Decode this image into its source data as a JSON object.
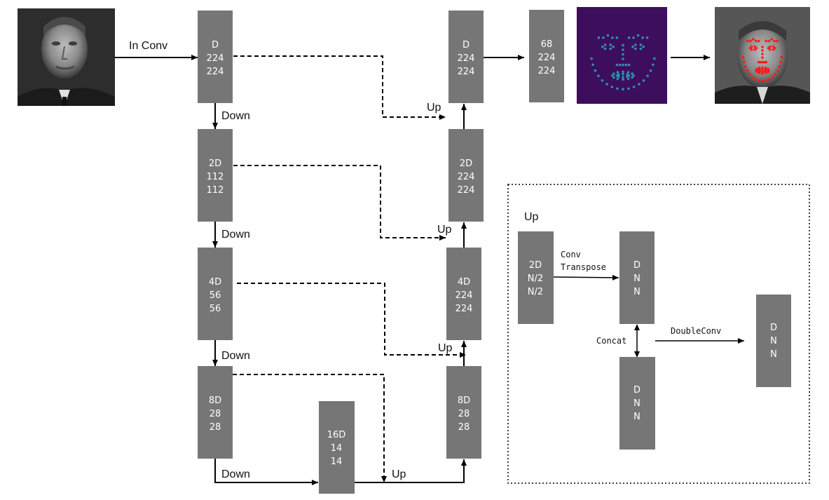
{
  "labels": {
    "in_conv": "In Conv",
    "down": "Down",
    "up": "Up"
  },
  "encoder": [
    {
      "lines": [
        "D",
        "224",
        "224"
      ]
    },
    {
      "lines": [
        "2D",
        "112",
        "112"
      ]
    },
    {
      "lines": [
        "4D",
        "56",
        "56"
      ]
    },
    {
      "lines": [
        "8D",
        "28",
        "28"
      ]
    }
  ],
  "bottleneck": {
    "lines": [
      "16D",
      "14",
      "14"
    ]
  },
  "decoder": [
    {
      "lines": [
        "D",
        "224",
        "224"
      ]
    },
    {
      "lines": [
        "2D",
        "224",
        "224"
      ]
    },
    {
      "lines": [
        "4D",
        "224",
        "224"
      ]
    },
    {
      "lines": [
        "8D",
        "28",
        "28"
      ]
    }
  ],
  "output_block": {
    "lines": [
      "68",
      "224",
      "224"
    ]
  },
  "inset": {
    "title": "Up",
    "input_block": {
      "lines": [
        "2D",
        "N/2",
        "N/2"
      ]
    },
    "conv_transpose_label": [
      "Conv",
      "Transpose"
    ],
    "upsampled_block": {
      "lines": [
        "D",
        "N",
        "N"
      ]
    },
    "skip_block": {
      "lines": [
        "D",
        "N",
        "N"
      ]
    },
    "concat_label": "Concat",
    "doubleconv_label": "DoubleConv",
    "output_block": {
      "lines": [
        "D",
        "N",
        "N"
      ]
    }
  },
  "colors": {
    "block": "#767676",
    "heatmap_bg": "#3d0e5c",
    "heatmap_point": "#2e8fb0",
    "landmark": "#ff1a1a"
  },
  "images": {
    "input_face": "grayscale-face-photo",
    "heatmap": "landmark-heatmap",
    "output_face": "face-with-landmarks"
  }
}
